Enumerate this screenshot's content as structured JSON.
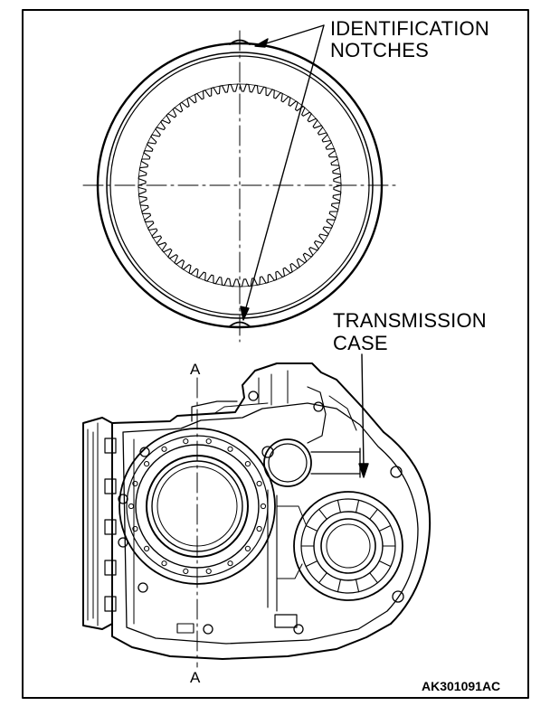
{
  "labels": {
    "identification_line1": "IDENTIFICATION",
    "identification_line2": "NOTCHES",
    "transmission_line1": "TRANSMISSION",
    "transmission_line2": "CASE",
    "section_mark_top": "A",
    "section_mark_bottom": "A",
    "figure_code": "AK301091AC"
  },
  "colors": {
    "ink": "#000000",
    "paper": "#ffffff"
  }
}
